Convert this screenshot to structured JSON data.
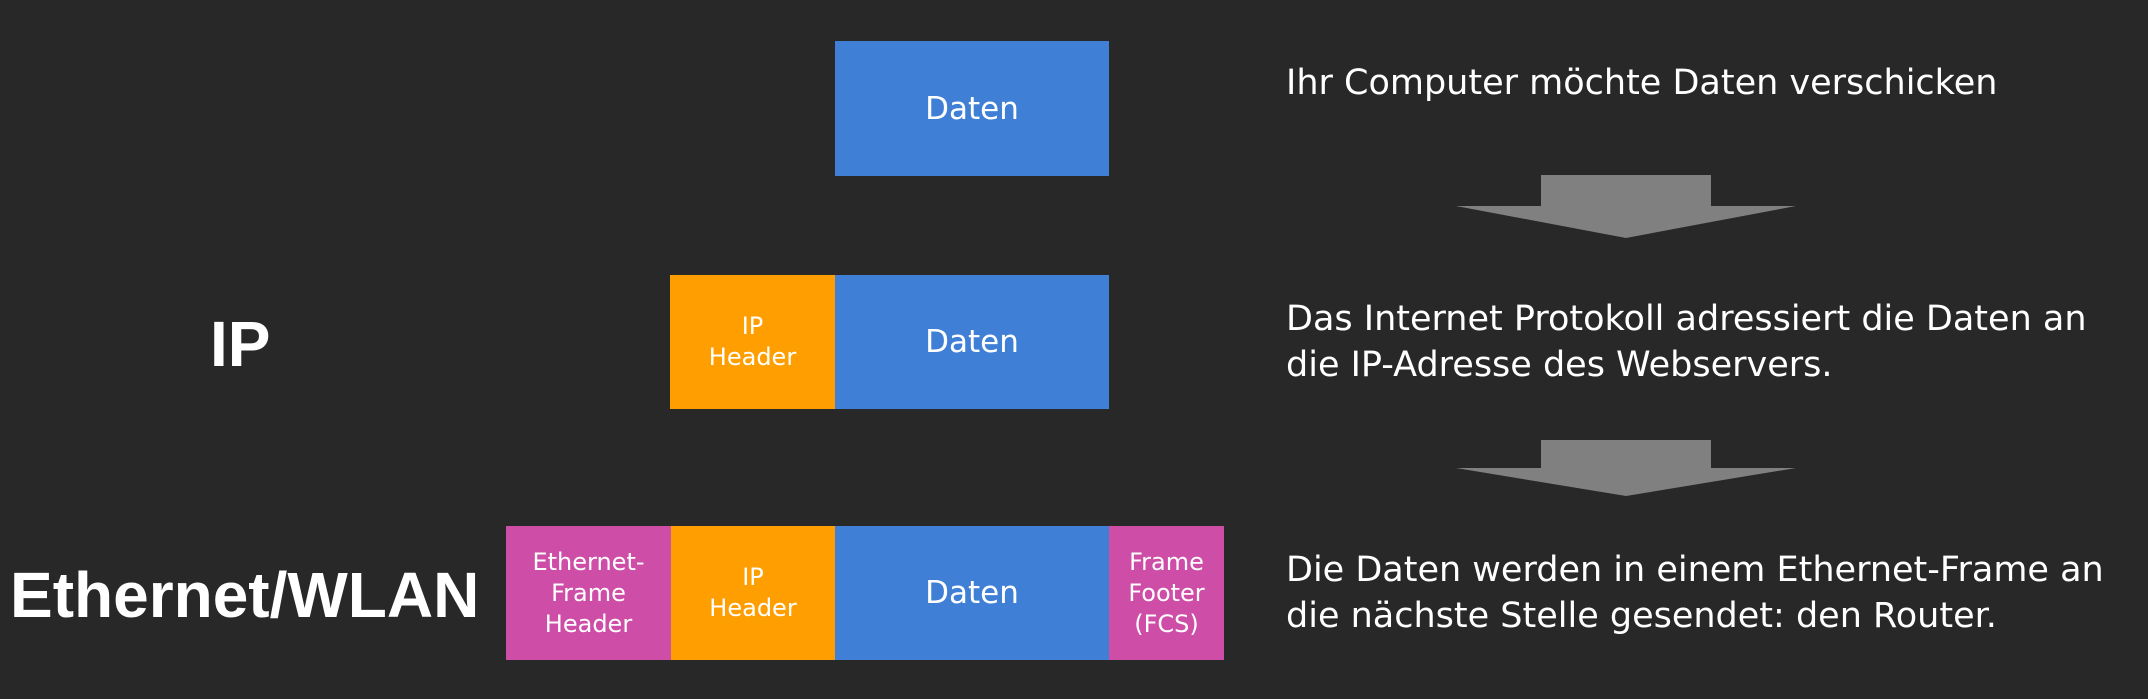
{
  "layers": {
    "ip": "IP",
    "link": "Ethernet/WLAN"
  },
  "rows": {
    "row1": {
      "daten": "Daten",
      "description": "Ihr Computer möchte Daten verschicken"
    },
    "row2": {
      "ip_header": "IP\nHeader",
      "daten": "Daten",
      "description": "Das Internet Protokoll adressiert die Daten an\ndie IP-Adresse des Webservers."
    },
    "row3": {
      "frame_header": "Ethernet-\nFrame\nHeader",
      "ip_header": "IP\nHeader",
      "daten": "Daten",
      "frame_footer": "Frame\nFooter\n(FCS)",
      "description": "Die Daten werden in einem Ethernet-Frame an\ndie nächste Stelle gesendet: den Router."
    }
  },
  "colors": {
    "background": "#282828",
    "daten": "#3f7fd6",
    "ip_header": "#ff9e00",
    "frame": "#ce4ea7",
    "arrow": "#808080"
  }
}
